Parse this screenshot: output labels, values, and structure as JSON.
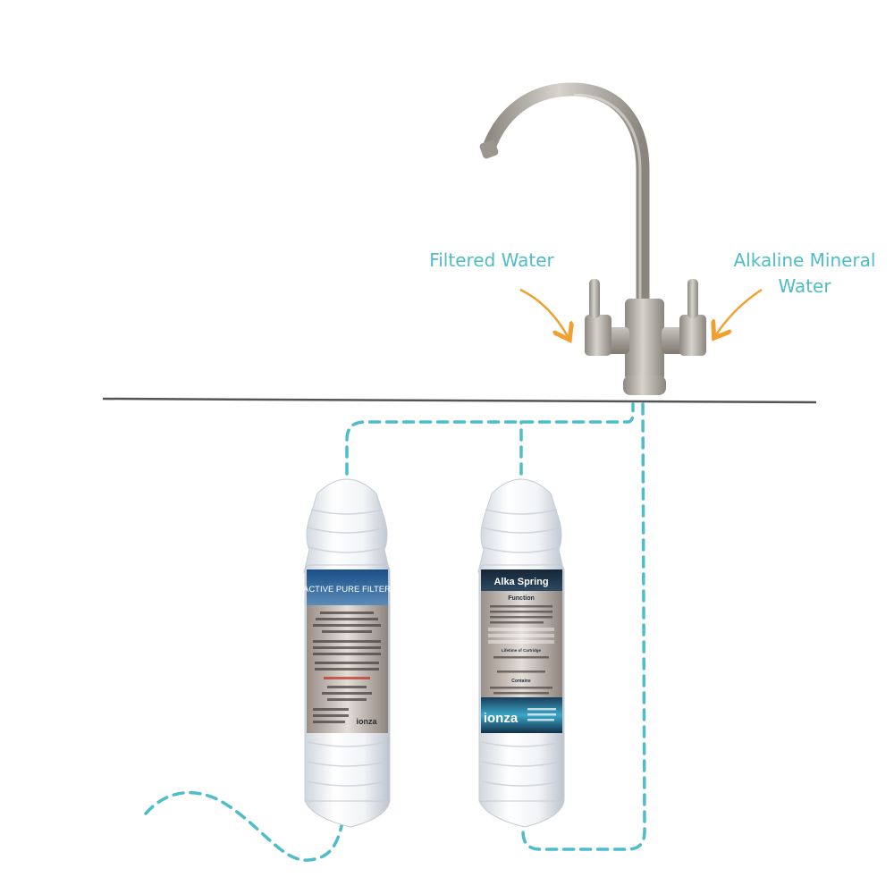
{
  "labels": {
    "filtered_water": "Filtered Water",
    "alkaline_line1": "Alkaline Mineral",
    "alkaline_line2": "Water"
  },
  "filter_left": {
    "title": "ACTIVE PURE FILTER",
    "brand": "ionza"
  },
  "filter_right": {
    "title": "Alka Spring",
    "heading": "Function",
    "section_lifetime": "Lifetime of Cartridge",
    "section_contains": "Contains",
    "brand": "ionza"
  },
  "colors": {
    "callout_text": "#4fbcc9",
    "dashed_line": "#4fbcc9",
    "arrow": "#f0a030",
    "counter": "#555555",
    "faucet": "#a8a49c",
    "cartridge": "#f4f6f8",
    "label_left": "#1f5f9a",
    "label_right": "#1f2f3f"
  }
}
